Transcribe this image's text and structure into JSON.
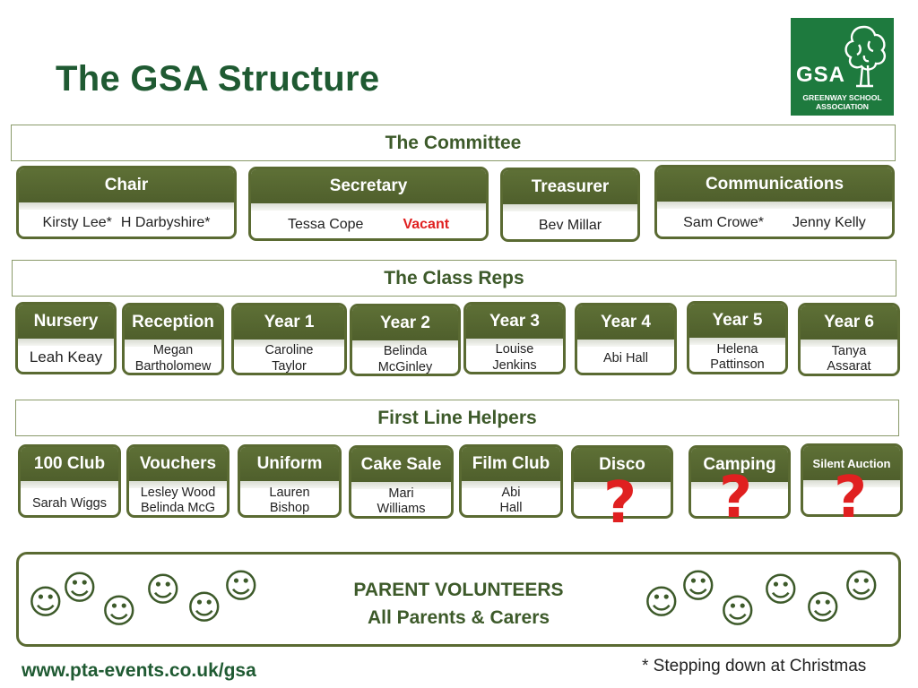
{
  "title": "The GSA  Structure",
  "logo": {
    "abbrev": "GSA",
    "line1": "GREENWAY SCHOOL",
    "line2": "ASSOCIATION",
    "icon": "tree-icon"
  },
  "committee": {
    "heading": "The Committee",
    "roles": [
      {
        "title": "Chair",
        "people": [
          "Kirsty Lee*",
          "H Darbyshire*"
        ]
      },
      {
        "title": "Secretary",
        "people": [
          "Tessa Cope"
        ],
        "vacant": "Vacant"
      },
      {
        "title": "Treasurer",
        "people": [
          "Bev Millar"
        ]
      },
      {
        "title": "Communications",
        "people": [
          "Sam Crowe*",
          "Jenny Kelly"
        ]
      }
    ]
  },
  "class_reps": {
    "heading": "The Class Reps",
    "years": [
      {
        "title": "Nursery",
        "lines": [
          "Leah Keay"
        ]
      },
      {
        "title": "Reception",
        "lines": [
          "Megan",
          "Bartholomew"
        ]
      },
      {
        "title": "Year 1",
        "lines": [
          "Caroline",
          "Taylor"
        ]
      },
      {
        "title": "Year 2",
        "lines": [
          "Belinda",
          "McGinley"
        ]
      },
      {
        "title": "Year 3",
        "lines": [
          "Louise",
          "Jenkins"
        ]
      },
      {
        "title": "Year 4",
        "lines": [
          "Abi Hall"
        ]
      },
      {
        "title": "Year 5",
        "lines": [
          "Helena",
          "Pattinson"
        ]
      },
      {
        "title": "Year 6",
        "lines": [
          "Tanya",
          "Assarat"
        ]
      }
    ]
  },
  "helpers": {
    "heading": "First Line Helpers",
    "groups": [
      {
        "title": "100 Club",
        "lines": [
          "Sarah Wiggs"
        ]
      },
      {
        "title": "Vouchers",
        "lines": [
          "Lesley Wood",
          "Belinda McG"
        ]
      },
      {
        "title": "Uniform",
        "lines": [
          "Lauren",
          "Bishop"
        ]
      },
      {
        "title": "Cake Sale",
        "lines": [
          "Mari",
          "Williams"
        ]
      },
      {
        "title": "Film Club",
        "lines": [
          "Abi",
          "Hall"
        ]
      },
      {
        "title": "Disco",
        "unknown": "?"
      },
      {
        "title": "Camping",
        "unknown": "?"
      },
      {
        "title": "Silent Auction",
        "unknown": "?"
      }
    ]
  },
  "volunteers": {
    "line1": "PARENT VOLUNTEERS",
    "line2": "All Parents & Carers",
    "smiley": "☺"
  },
  "footer": {
    "url": "www.pta-events.co.uk/gsa",
    "note": "* Stepping down at Christmas"
  },
  "colors": {
    "title_green": "#1f5a32",
    "header_olive": "#5a6a32",
    "logo_green": "#1e7a3e",
    "vacant_red": "#e02020"
  }
}
